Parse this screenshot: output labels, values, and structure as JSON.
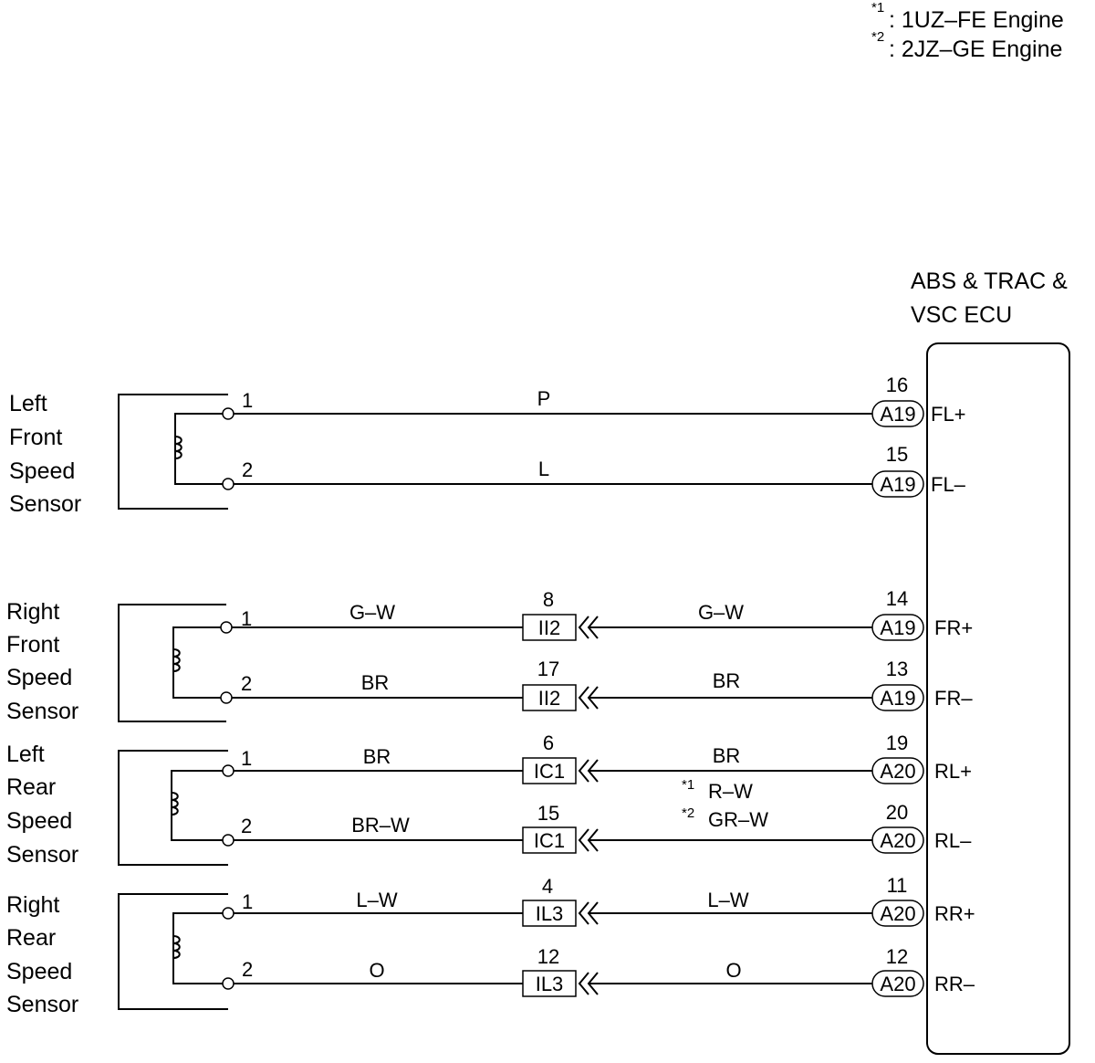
{
  "notes": [
    {
      "mark": "*1",
      "text": ": 1UZ–FE Engine"
    },
    {
      "mark": "*2",
      "text": ": 2JZ–GE Engine"
    }
  ],
  "ecu": {
    "title_line1": "ABS & TRAC &",
    "title_line2": "VSC ECU"
  },
  "sensors": [
    {
      "name_lines": [
        "Left",
        "Front",
        "Speed",
        "Sensor"
      ],
      "wires": [
        {
          "pin": "1",
          "left_color": "P",
          "connector": null,
          "connector_pin": null,
          "right_color": null,
          "ecu_pin": "16",
          "ecu_connector": "A19",
          "signal": "FL+"
        },
        {
          "pin": "2",
          "left_color": "L",
          "connector": null,
          "connector_pin": null,
          "right_color": null,
          "ecu_pin": "15",
          "ecu_connector": "A19",
          "signal": "FL–"
        }
      ]
    },
    {
      "name_lines": [
        "Right",
        "Front",
        "Speed",
        "Sensor"
      ],
      "wires": [
        {
          "pin": "1",
          "left_color": "G–W",
          "connector": "II2",
          "connector_pin": "8",
          "right_color": "G–W",
          "ecu_pin": "14",
          "ecu_connector": "A19",
          "signal": "FR+"
        },
        {
          "pin": "2",
          "left_color": "BR",
          "connector": "II2",
          "connector_pin": "17",
          "right_color": "BR",
          "ecu_pin": "13",
          "ecu_connector": "A19",
          "signal": "FR–"
        }
      ]
    },
    {
      "name_lines": [
        "Left",
        "Rear",
        "Speed",
        "Sensor"
      ],
      "wires": [
        {
          "pin": "1",
          "left_color": "BR",
          "connector": "IC1",
          "connector_pin": "6",
          "right_color": "BR",
          "ecu_pin": "19",
          "ecu_connector": "A20",
          "signal": "RL+"
        },
        {
          "pin": "2",
          "left_color": "BR–W",
          "connector": "IC1",
          "connector_pin": "15",
          "right_color": null,
          "ecu_pin": "20",
          "ecu_connector": "A20",
          "signal": "RL–",
          "variants": [
            {
              "mark": "*1",
              "color": "R–W"
            },
            {
              "mark": "*2",
              "color": "GR–W"
            }
          ]
        }
      ]
    },
    {
      "name_lines": [
        "Right",
        "Rear",
        "Speed",
        "Sensor"
      ],
      "wires": [
        {
          "pin": "1",
          "left_color": "L–W",
          "connector": "IL3",
          "connector_pin": "4",
          "right_color": "L–W",
          "ecu_pin": "11",
          "ecu_connector": "A20",
          "signal": "RR+"
        },
        {
          "pin": "2",
          "left_color": "O",
          "connector": "IL3",
          "connector_pin": "12",
          "right_color": "O",
          "ecu_pin": "12",
          "ecu_connector": "A20",
          "signal": "RR–"
        }
      ]
    }
  ]
}
